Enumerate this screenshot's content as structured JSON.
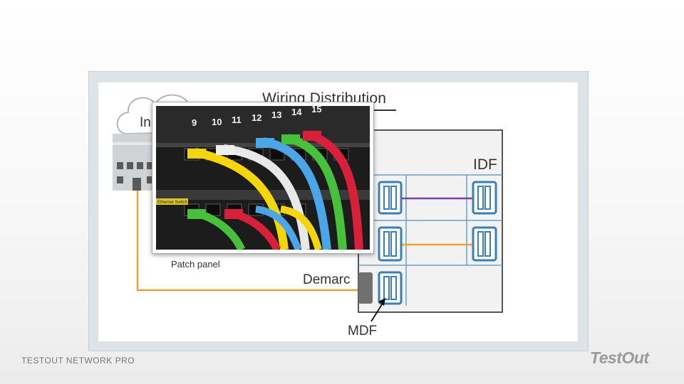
{
  "slide": {
    "title": "Wiring Distribution",
    "labels": {
      "internet": "In",
      "idf": "IDF",
      "demarc": "Demarc",
      "mdf": "MDF",
      "patch_panel": "Patch panel"
    },
    "photo": {
      "port_numbers": [
        "9",
        "10",
        "11",
        "12",
        "13",
        "14",
        "15"
      ],
      "switch_label": "Ethernet Switch"
    }
  },
  "footer": {
    "course": "TESTOUT NETWORK PRO",
    "brand": "TestOut"
  },
  "colors": {
    "cable_orange": "#f0a030",
    "cable_purple": "#7a3fa8",
    "rack_blue": "#3a7fb5",
    "cable_yellow": "#f5d60a",
    "cable_blue": "#4aa6e8",
    "cable_green": "#46c23a",
    "cable_red": "#d8203a"
  }
}
